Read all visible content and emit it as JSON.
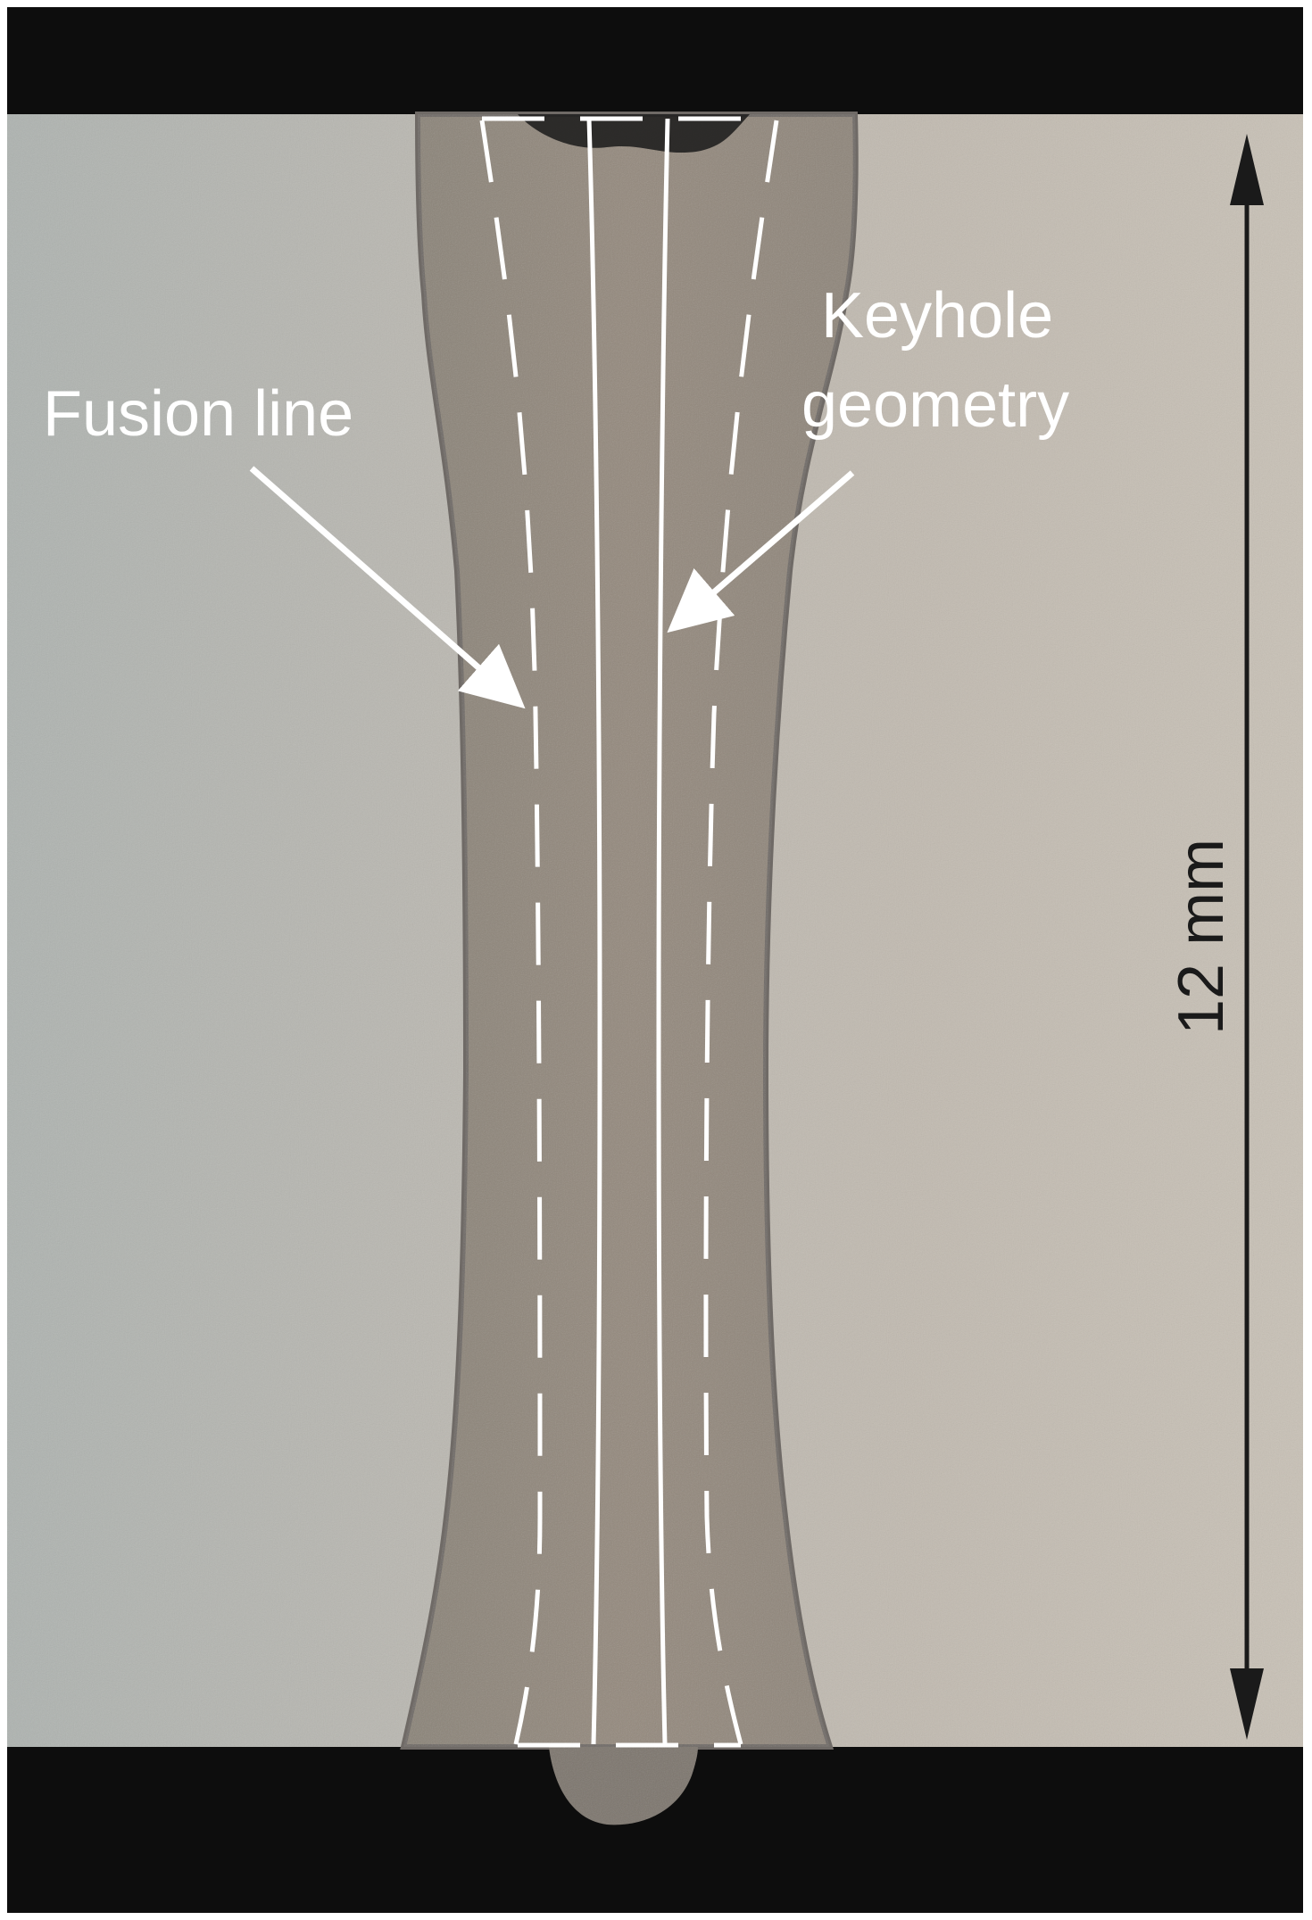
{
  "annotations": {
    "fusion_line_label": "Fusion line",
    "keyhole_label_line1": "Keyhole",
    "keyhole_label_line2": "geometry"
  },
  "scale_bar": {
    "label": "12 mm"
  },
  "colors": {
    "background_metal": "#bdb7ad",
    "weld_zone": "#8c8478",
    "frame": "#0d0d0d",
    "annotation": "#ffffff",
    "scale_bar": "#1a1a1a"
  }
}
